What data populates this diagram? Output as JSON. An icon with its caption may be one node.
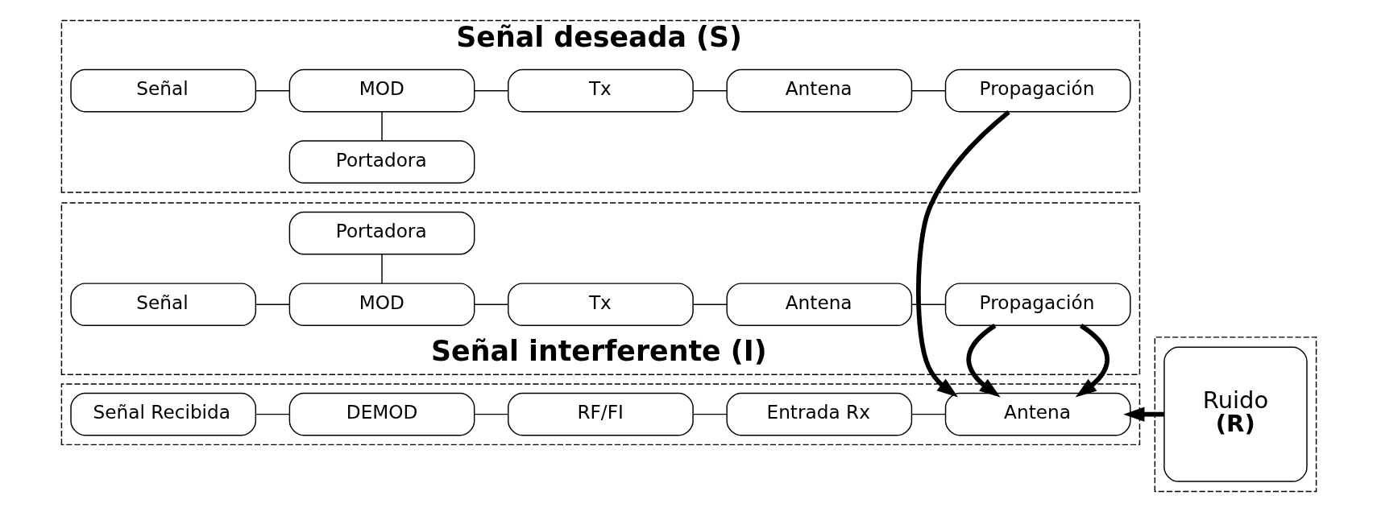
{
  "diagram": {
    "nodes": [
      {
        "text": [
          "Señal deseada (S)"
        ]
      },
      {
        "text": [
          "Portadora"
        ],
        "in": 0
      },
      {
        "text": [
          "Señal"
        ],
        "in": 0
      },
      {
        "text": [
          "MOD"
        ],
        "in": 0
      },
      {
        "text": [
          "Tx"
        ],
        "in": 0
      },
      {
        "text": [
          "Antena"
        ],
        "in": 0
      },
      {
        "text": [
          "Propagación"
        ],
        "in": 0
      },
      {
        "text": [],
        "shape": "box"
      },
      {
        "text": [
          "Señal Recibida"
        ],
        "in": 7
      },
      {
        "text": [
          "DEMOD"
        ],
        "in": 7
      },
      {
        "text": [
          "RF/FI"
        ],
        "in": 7
      },
      {
        "text": [
          "Entrada Rx"
        ],
        "in": 7
      },
      {
        "text": [
          "Antena"
        ],
        "in": 7
      },
      {
        "text": [
          "Señal interferente (I)"
        ]
      },
      {
        "text": [
          "Señal"
        ],
        "in": 13
      },
      {
        "text": [
          "MOD"
        ],
        "in": 13
      },
      {
        "text": [
          "Tx"
        ],
        "in": 13
      },
      {
        "text": [
          "Antena"
        ],
        "in": 13
      },
      {
        "text": [
          "Propagación"
        ],
        "in": 13
      },
      {
        "text": [
          "Portadora"
        ],
        "in": 13
      },
      {
        "text": [],
        "shape": "box"
      },
      {
        "text": [
          "Ruido",
          "(R)"
        ],
        "in": 20
      }
    ],
    "edges": [
      {
        "from": 1,
        "to": 3,
        "arrow": "none"
      },
      {
        "from": 2,
        "to": 3,
        "arrow": "none"
      },
      {
        "from": 3,
        "to": 4,
        "arrow": "none"
      },
      {
        "from": 4,
        "to": 5,
        "arrow": "none"
      },
      {
        "from": 5,
        "to": 6,
        "arrow": "none"
      },
      {
        "from": 6,
        "to": 12,
        "arrow": "to",
        "style": "thick"
      },
      {
        "from": 8,
        "to": 9,
        "arrow": "none"
      },
      {
        "from": 9,
        "to": 10,
        "arrow": "none"
      },
      {
        "from": 10,
        "to": 11,
        "arrow": "none"
      },
      {
        "from": 11,
        "to": 12,
        "arrow": "none"
      },
      {
        "from": 21,
        "to": 12,
        "arrow": "to",
        "style": "thick"
      },
      {
        "from": 18,
        "to": 12,
        "arrow": "to",
        "style": "thick"
      },
      {
        "from": 14,
        "to": 15,
        "arrow": "none"
      },
      {
        "from": 15,
        "to": 16,
        "arrow": "none"
      },
      {
        "from": 16,
        "to": 17,
        "arrow": "none"
      },
      {
        "from": 17,
        "to": 18,
        "arrow": "none"
      },
      {
        "from": 15,
        "to": 19,
        "arrow": "none"
      }
    ]
  }
}
